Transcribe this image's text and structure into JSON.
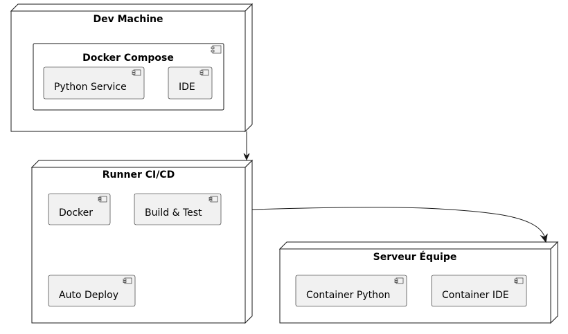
{
  "diagram": {
    "nodes": {
      "dev_machine": {
        "title": "Dev Machine"
      },
      "docker_compose": {
        "title": "Docker Compose"
      },
      "runner": {
        "title": "Runner CI/CD"
      },
      "server": {
        "title": "Serveur Équipe"
      }
    },
    "components": {
      "python_service": "Python Service",
      "ide": "IDE",
      "docker": "Docker",
      "build_test": "Build & Test",
      "auto_deploy": "Auto Deploy",
      "container_python": "Container Python",
      "container_ide": "Container IDE"
    },
    "edges": [
      {
        "from": "Dev Machine",
        "to": "Runner CI/CD"
      },
      {
        "from": "Runner CI/CD",
        "to": "Serveur Équipe"
      }
    ]
  }
}
